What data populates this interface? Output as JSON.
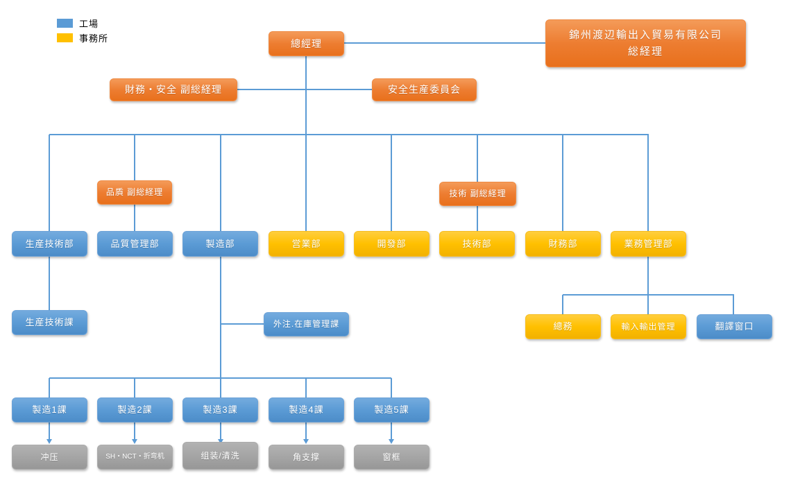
{
  "legend": {
    "items": [
      {
        "label": "工場",
        "color": "#5B9BD5"
      },
      {
        "label": "事務所",
        "color": "#FFC000"
      }
    ]
  },
  "colors": {
    "factory": "#5B9BD5",
    "office": "#FFC000",
    "executive": "#ED7D31",
    "process": "#A5A5A5",
    "connector": "#5B9BD5"
  },
  "nodes": {
    "gm": {
      "label": "總經理"
    },
    "company": {
      "line1": "錦州渡辺輸出入貿易有限公司",
      "line2": "総経理"
    },
    "vp_finance_safety": {
      "label": "財務・安全 副総経理"
    },
    "safety_committee": {
      "label": "安全生産委員会"
    },
    "vp_quality": {
      "label": "品貭 副総経理"
    },
    "vp_tech": {
      "label": "技術 副総経理"
    },
    "dept_prod_tech": {
      "label": "生産技術部"
    },
    "dept_quality": {
      "label": "品質管理部"
    },
    "dept_manufacturing": {
      "label": "製造部"
    },
    "dept_sales": {
      "label": "営業部"
    },
    "dept_development": {
      "label": "開發部"
    },
    "dept_technology": {
      "label": "技術部"
    },
    "dept_finance": {
      "label": "財務部"
    },
    "dept_business_admin": {
      "label": "業務管理部"
    },
    "sec_prod_tech": {
      "label": "生産技術課"
    },
    "sec_outsourcing_inventory": {
      "label": "外注.在庫管理課"
    },
    "sec_general_affairs": {
      "label": "總務"
    },
    "sec_import_export": {
      "label": "輸入輸出管理"
    },
    "sec_translation": {
      "label": "翻譯窗口"
    },
    "mfg1": {
      "label": "製造1課"
    },
    "mfg2": {
      "label": "製造2課"
    },
    "mfg3": {
      "label": "製造3課"
    },
    "mfg4": {
      "label": "製造4課"
    },
    "mfg5": {
      "label": "製造5課"
    },
    "proc_stamping": {
      "label": "冲压"
    },
    "proc_sh_nct_bending": {
      "label": "SH・NCT・折弯机"
    },
    "proc_assembly_cleaning": {
      "label": "组装/清洗"
    },
    "proc_corner_brace": {
      "label": "角支撑"
    },
    "proc_window_frame": {
      "label": "窗框"
    }
  }
}
